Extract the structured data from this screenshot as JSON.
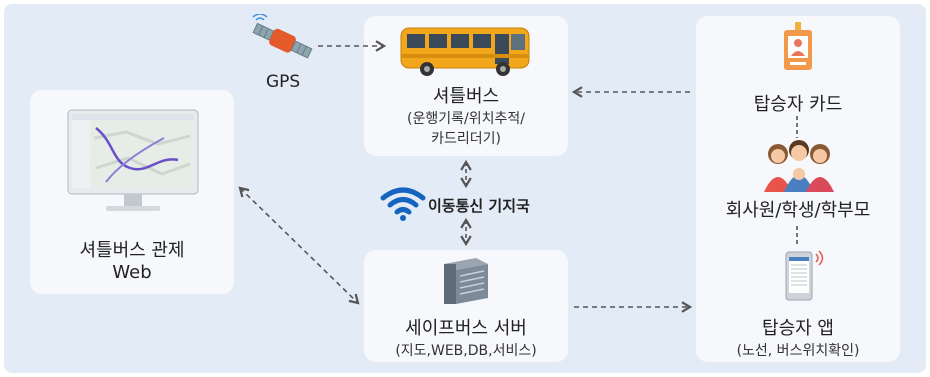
{
  "gps": {
    "label": "GPS"
  },
  "bus": {
    "title": "셔틀버스",
    "sub1": "(운행기록/위치추적/",
    "sub2": "카드리더기)"
  },
  "comm": {
    "label": "이동통신 기지국"
  },
  "server": {
    "title": "세이프버스 서버",
    "sub": "(지도,WEB,DB,서비스)"
  },
  "web": {
    "line1": "셔틀버스 관제",
    "line2": "Web"
  },
  "card": {
    "label": "탑승자 카드"
  },
  "people": {
    "label": "회사원/학생/학부모"
  },
  "app": {
    "title": "탑승자 앱",
    "sub": "(노선, 버스위치확인)"
  },
  "colors": {
    "frame": "#e3ecf6",
    "card": "#f6f8fb",
    "arrow": "#555555",
    "wifi": "#1565c0",
    "bus": "#f2a71b"
  }
}
